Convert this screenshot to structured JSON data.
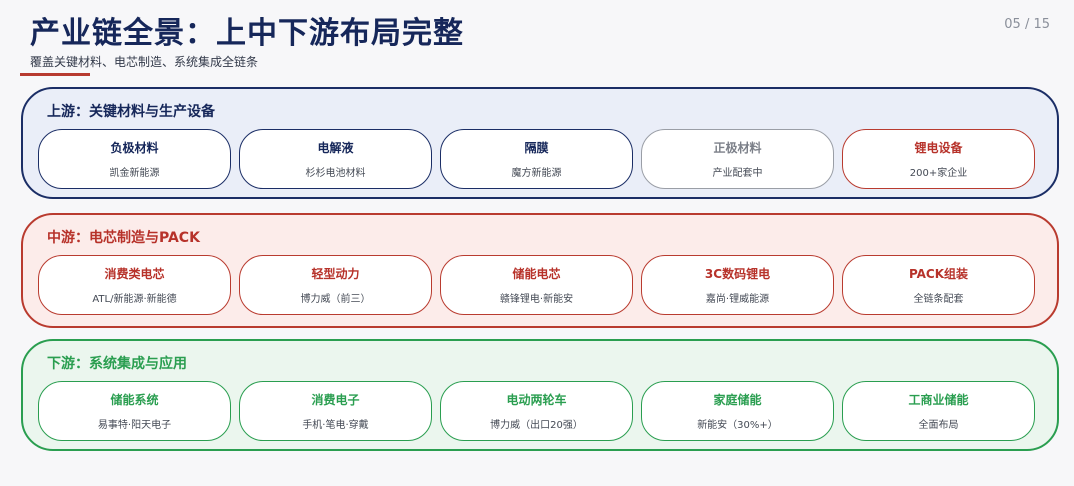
{
  "header": {
    "title": "产业链全景：上中下游布局完整",
    "page_number": "05 / 15",
    "subtitle": "覆盖关键材料、电芯制造、系统集成全链条"
  },
  "colors": {
    "navy": "#1b2e66",
    "red": "#b93b2f",
    "green": "#2a9e50",
    "gray": "#9a9ea6"
  },
  "sections": {
    "upstream": {
      "title": "上游：关键材料与生产设备",
      "cards": [
        {
          "title": "负极材料",
          "sub": "凯金新能源"
        },
        {
          "title": "电解液",
          "sub": "杉杉电池材料"
        },
        {
          "title": "隔膜",
          "sub": "魔方新能源"
        },
        {
          "title": "正极材料",
          "sub": "产业配套中"
        },
        {
          "title": "锂电设备",
          "sub": "200+家企业"
        }
      ]
    },
    "midstream": {
      "title": "中游：电芯制造与PACK",
      "cards": [
        {
          "title": "消费类电芯",
          "sub": "ATL/新能源·新能德"
        },
        {
          "title": "轻型动力",
          "sub": "博力威（前三）"
        },
        {
          "title": "储能电芯",
          "sub": "赣锋锂电·新能安"
        },
        {
          "title": "3C数码锂电",
          "sub": "嘉尚·锂威能源"
        },
        {
          "title": "PACK组装",
          "sub": "全链条配套"
        }
      ]
    },
    "downstream": {
      "title": "下游：系统集成与应用",
      "cards": [
        {
          "title": "储能系统",
          "sub": "易事特·阳天电子"
        },
        {
          "title": "消费电子",
          "sub": "手机·笔电·穿戴"
        },
        {
          "title": "电动两轮车",
          "sub": "博力威（出口20强）"
        },
        {
          "title": "家庭储能",
          "sub": "新能安（30%+）"
        },
        {
          "title": "工商业储能",
          "sub": "全面布局"
        }
      ]
    }
  }
}
